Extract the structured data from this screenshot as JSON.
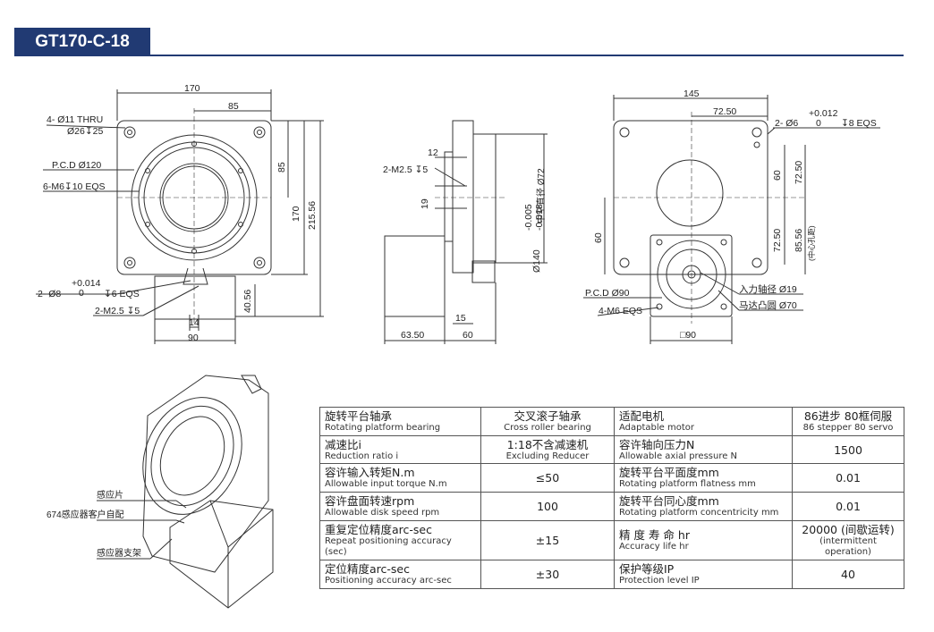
{
  "page_title": "GT170-C-18",
  "front_view": {
    "dim_width": "170",
    "dim_half": "85",
    "dim_height_half": "85",
    "dim_height": "170",
    "dim_total": "215.56",
    "dim_sensor_h": "40.56",
    "dim_14": "14",
    "dim_90": "90",
    "thru_note": "4- Ø11 THRU",
    "cbore_note": "Ø26↧25",
    "pcd_note": "P.C.D Ø120",
    "tap_note": "6-M6↧10 EQS",
    "pin_tol_upper": "+0.014",
    "pin_tol_lower": "0",
    "pin_note_left": "2- Ø8",
    "pin_note_right": "↧6 EQS",
    "m25_note": "2-M2.5 ↧5"
  },
  "side_view": {
    "dim_12": "12",
    "m25_note": "2-M2.5 ↧5",
    "dim_19": "19",
    "bore_note": "中空直径 Ø72",
    "flange_tol_1": "-0.005",
    "flange_tol_2": "-0.018",
    "flange_dia": "Ø140",
    "dim_15": "15",
    "dim_6350": "63.50",
    "dim_60": "60"
  },
  "rear_view": {
    "dim_145": "145",
    "dim_7250_top": "72.50",
    "pin_note": "2- Ø6",
    "pin_tol_upper": "+0.012",
    "pin_tol_lower": "0",
    "pin_depth": "↧8 EQS",
    "dim_60_right": "60",
    "dim_7250_r1": "72.50",
    "dim_60_left": "60",
    "dim_7250_r2": "72.50",
    "dim_8556": "85.56",
    "center_note": "(中心孔距)",
    "pcd_note": "P.C.D Ø90",
    "tap_note": "4-M6 EQS",
    "shaft_note": "入力轴径 Ø19",
    "boss_note": "马达凸圆 Ø70",
    "square_note": "□90"
  },
  "iso_view": {
    "label_sensor": "感应片",
    "label_bracket_custom": "674感应器客户自配",
    "label_sensor_bracket": "感应器支架"
  },
  "specs": [
    {
      "k1_cn": "旋转平台轴承",
      "k1_en": "Rotating platform bearing",
      "v1_cn": "交叉滚子轴承",
      "v1_en": "Cross roller bearing",
      "k2_cn": "适配电机",
      "k2_en": "Adaptable motor",
      "v2_cn": "86进步 80框伺服",
      "v2_en": "86 stepper 80 servo"
    },
    {
      "k1_cn": "减速比i",
      "k1_en": "Reduction ratio i",
      "v1_cn": "1:18不含减速机",
      "v1_en": "Excluding Reducer",
      "k2_cn": "容许轴向压力N",
      "k2_en": "Allowable axial pressure N",
      "v2_cn": "1500",
      "v2_en": ""
    },
    {
      "k1_cn": "容许输入转矩N.m",
      "k1_en": "Allowable input torque N.m",
      "v1_cn": "≤50",
      "v1_en": "",
      "k2_cn": "旋转平台平面度mm",
      "k2_en": "Rotating platform flatness mm",
      "v2_cn": "0.01",
      "v2_en": ""
    },
    {
      "k1_cn": "容许盘面转速rpm",
      "k1_en": "Allowable disk speed rpm",
      "v1_cn": "100",
      "v1_en": "",
      "k2_cn": "旋转平台同心度mm",
      "k2_en": "Rotating platform concentricity mm",
      "v2_cn": "0.01",
      "v2_en": ""
    },
    {
      "k1_cn": "重复定位精度arc-sec",
      "k1_en": "Repeat positioning accuracy (sec)",
      "v1_cn": "±15",
      "v1_en": "",
      "k2_cn": "精 度 寿 命 hr",
      "k2_en": "Accuracy life hr",
      "v2_cn": "20000 (间歇运转)",
      "v2_en": "(intermittent operation)"
    },
    {
      "k1_cn": "定位精度arc-sec",
      "k1_en": "Positioning accuracy arc-sec",
      "v1_cn": "±30",
      "v1_en": "",
      "k2_cn": "保护等级IP",
      "k2_en": "Protection level IP",
      "v2_cn": "40",
      "v2_en": ""
    }
  ]
}
